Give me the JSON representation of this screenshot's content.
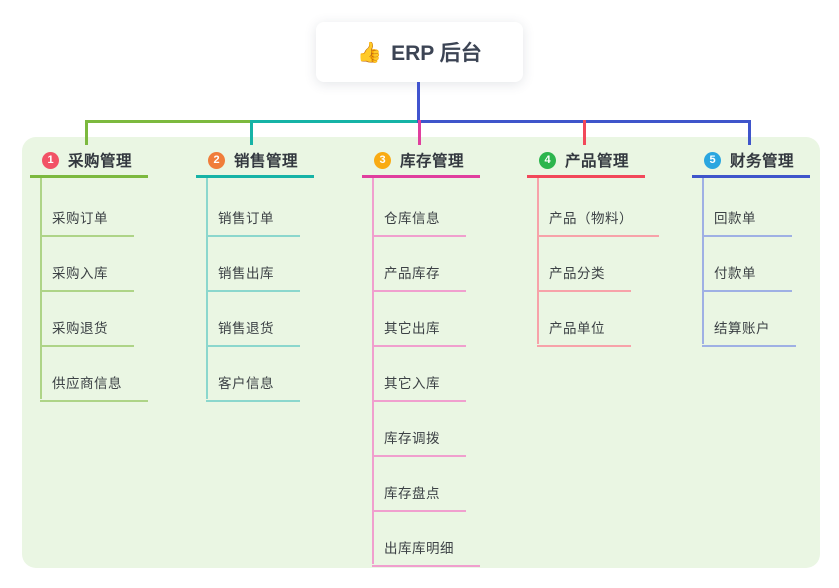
{
  "root": {
    "label": "ERP 后台",
    "icon": "thumbs-up-icon",
    "emoji": "👍"
  },
  "colors": {
    "canvas_panel": "#eaf6e3",
    "root_stem": "#4154cf"
  },
  "branches": [
    {
      "num": "1",
      "label": "采购管理",
      "badge_color": "#f25266",
      "line_color": "#7cb93e",
      "light_color": "#aed487",
      "children": [
        "采购订单",
        "采购入库",
        "采购退货",
        "供应商信息"
      ]
    },
    {
      "num": "2",
      "label": "销售管理",
      "badge_color": "#f07d3a",
      "line_color": "#16b3a6",
      "light_color": "#8bd7cd",
      "children": [
        "销售订单",
        "销售出库",
        "销售退货",
        "客户信息"
      ]
    },
    {
      "num": "3",
      "label": "库存管理",
      "badge_color": "#f9ab13",
      "line_color": "#e03f9e",
      "light_color": "#f09fce",
      "children": [
        "仓库信息",
        "产品库存",
        "其它出库",
        "其它入库",
        "库存调拨",
        "库存盘点",
        "出库库明细"
      ]
    },
    {
      "num": "4",
      "label": "产品管理",
      "badge_color": "#2cb54d",
      "line_color": "#f2485a",
      "light_color": "#f7a2a9",
      "children": [
        "产品（物料）",
        "产品分类",
        "产品单位"
      ]
    },
    {
      "num": "5",
      "label": "财务管理",
      "badge_color": "#2aa6e0",
      "line_color": "#3f55cb",
      "light_color": "#9fb0e4",
      "children": [
        "回款单",
        "付款单",
        "结算账户"
      ]
    }
  ]
}
